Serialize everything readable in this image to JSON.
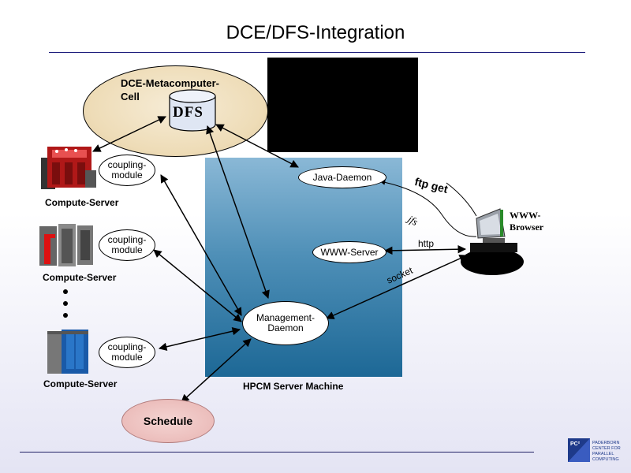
{
  "title": "DCE/DFS-Integration",
  "dce_cell": {
    "label": "DCE-Metacomputer-\nCell",
    "dfs": "DFS"
  },
  "servers": [
    {
      "module": "coupling-\nmodule",
      "caption": "Compute-Server"
    },
    {
      "module": "coupling-\nmodule",
      "caption": "Compute-Server"
    },
    {
      "module": "coupling-\nmodule",
      "caption": "Compute-Server"
    }
  ],
  "hpcm": {
    "java_daemon": "Java-Daemon",
    "www_server": "WWW-Server",
    "management_daemon": "Management-\nDaemon",
    "caption": "HPCM Server Machine"
  },
  "schedule": "Schedule",
  "browser": {
    "label": "WWW-\nBrowser"
  },
  "connections": {
    "ftp_get": "ftp get",
    "jfs": "jfs",
    "http": "http",
    "socket": "socket"
  },
  "logo": {
    "mark": "PC²",
    "text": "PADERBORN\nCENTER FOR\nPARALLEL\nCOMPUTING"
  }
}
